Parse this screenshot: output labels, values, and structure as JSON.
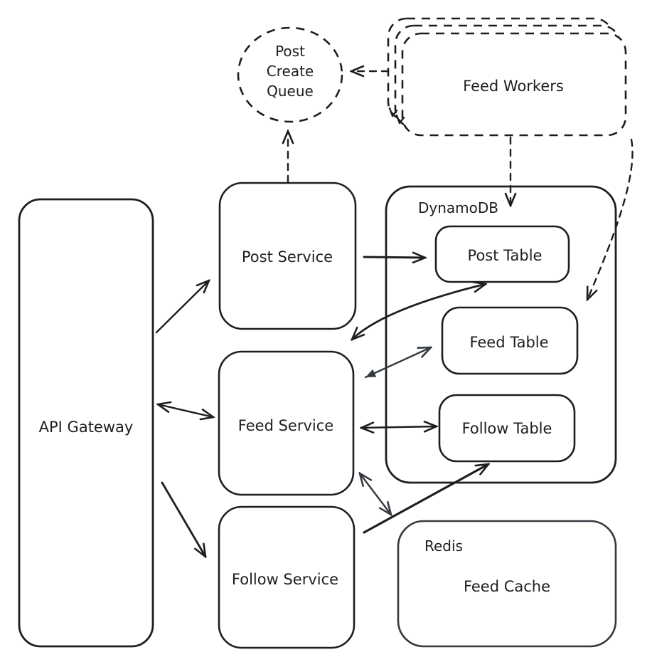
{
  "diagram": {
    "title": "Feed system architecture diagram",
    "colors": {
      "ink": "#1e1e1e",
      "slate": "#343a40",
      "background": "#ffffff"
    },
    "nodes": {
      "api_gateway": {
        "label": "API Gateway"
      },
      "post_service": {
        "label": "Post Service"
      },
      "feed_service": {
        "label": "Feed Service"
      },
      "follow_service": {
        "label": "Follow Service"
      },
      "post_create_queue": {
        "line1": "Post",
        "line2": "Create",
        "line3": "Queue"
      },
      "feed_workers": {
        "label": "Feed Workers"
      },
      "dynamodb": {
        "label": "DynamoDB"
      },
      "post_table": {
        "label": "Post Table"
      },
      "feed_table": {
        "label": "Feed Table"
      },
      "follow_table": {
        "label": "Follow Table"
      },
      "redis": {
        "label": "Redis"
      },
      "feed_cache": {
        "label": "Feed Cache"
      }
    },
    "edges": [
      {
        "from": "api_gateway",
        "to": "post_service",
        "style": "solid",
        "direction": "one-way"
      },
      {
        "from": "api_gateway",
        "to": "feed_service",
        "style": "solid",
        "direction": "two-way"
      },
      {
        "from": "api_gateway",
        "to": "follow_service",
        "style": "solid",
        "direction": "one-way"
      },
      {
        "from": "post_service",
        "to": "post_create_queue",
        "style": "dashed",
        "direction": "one-way"
      },
      {
        "from": "feed_workers",
        "to": "post_create_queue",
        "style": "dashed",
        "direction": "one-way"
      },
      {
        "from": "feed_workers",
        "to": "dynamodb",
        "style": "dashed",
        "direction": "one-way"
      },
      {
        "from": "feed_workers",
        "to": "feed_table",
        "style": "dashed",
        "direction": "one-way"
      },
      {
        "from": "post_service",
        "to": "post_table",
        "style": "solid",
        "direction": "one-way"
      },
      {
        "from": "feed_service",
        "to": "post_table",
        "style": "solid",
        "direction": "two-way"
      },
      {
        "from": "feed_service",
        "to": "feed_table",
        "style": "solid",
        "direction": "two-way"
      },
      {
        "from": "feed_service",
        "to": "follow_table",
        "style": "solid",
        "direction": "two-way"
      },
      {
        "from": "feed_service",
        "to": "redis",
        "style": "solid",
        "direction": "two-way"
      },
      {
        "from": "follow_service",
        "to": "follow_table",
        "style": "solid",
        "direction": "one-way"
      }
    ]
  }
}
